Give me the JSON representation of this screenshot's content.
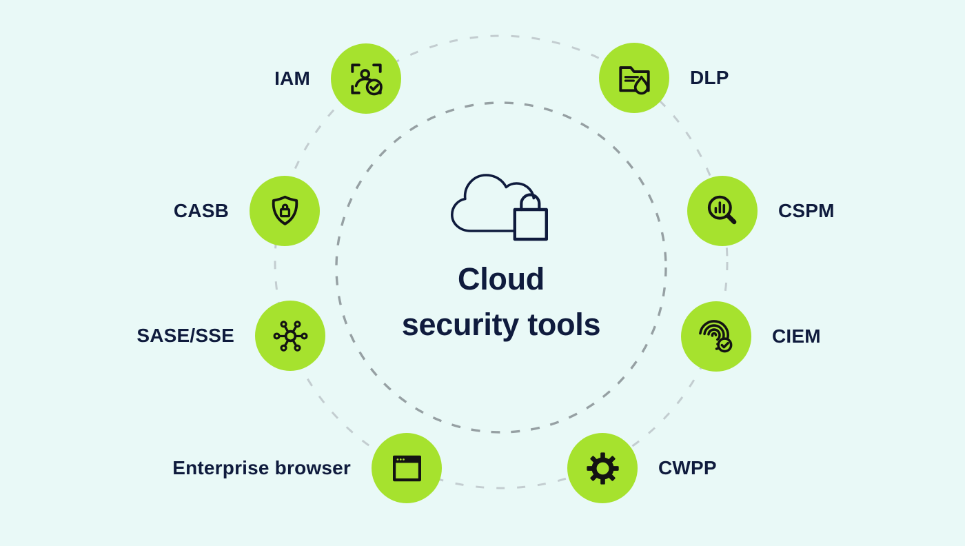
{
  "title": {
    "line1": "Cloud",
    "line2": "security tools"
  },
  "center_icon": "cloud-lock",
  "colors": {
    "background": "#e9f9f7",
    "node-green": "#a6e22e",
    "icon-stroke": "#131313",
    "text-navy": "#0f1b3d",
    "ring-inner": "#96a0a3",
    "ring-outer": "#c3cdd0"
  },
  "rings": {
    "count": 2,
    "style": "dashed"
  },
  "tools": [
    {
      "label": "IAM",
      "icon": "identity-scan-check",
      "side": "left"
    },
    {
      "label": "DLP",
      "icon": "folder-data-drop",
      "side": "right"
    },
    {
      "label": "CASB",
      "icon": "shield-lock",
      "side": "left"
    },
    {
      "label": "CSPM",
      "icon": "magnifier-bar-chart",
      "side": "right"
    },
    {
      "label": "SASE/SSE",
      "icon": "network-hub",
      "side": "left"
    },
    {
      "label": "CIEM",
      "icon": "fingerprint-check",
      "side": "right"
    },
    {
      "label": "Enterprise browser",
      "icon": "browser-window",
      "side": "left"
    },
    {
      "label": "CWPP",
      "icon": "gear",
      "side": "right"
    }
  ]
}
